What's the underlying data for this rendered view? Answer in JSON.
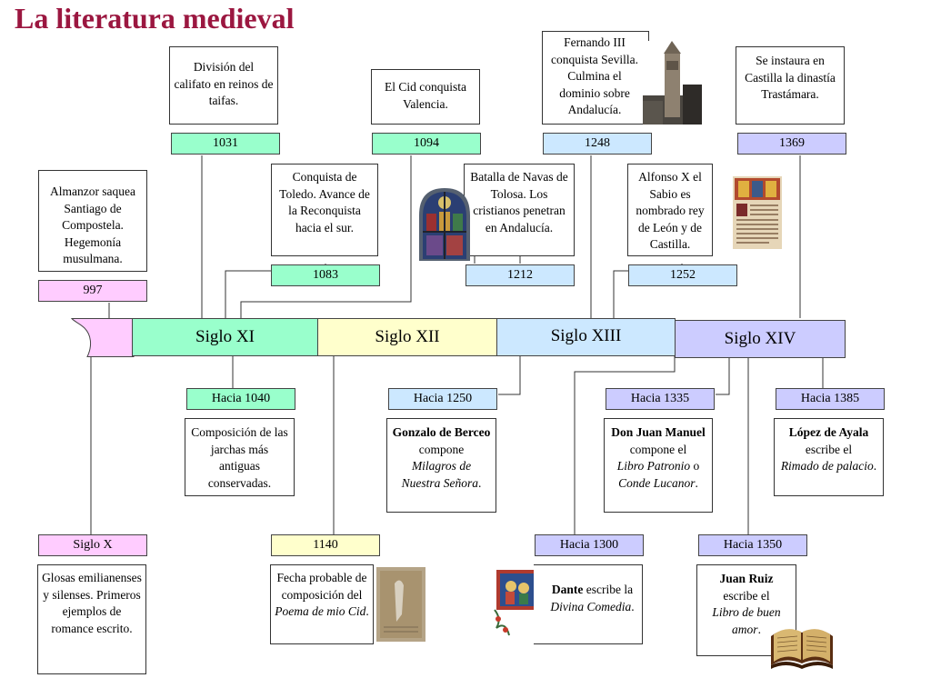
{
  "title": "La literatura medieval",
  "centuries": {
    "s11": "Siglo XI",
    "s12": "Siglo XII",
    "s13": "Siglo XIII",
    "s14": "Siglo XIV"
  },
  "top_events": {
    "e997": {
      "date": "997",
      "text": "Almanzor saquea Santiago de Compostela. Hegemonía musulmana."
    },
    "e1031": {
      "date": "1031",
      "text": "División del califato en reinos de taifas."
    },
    "e1083": {
      "date": "1083",
      "text": "Conquista de Toledo. Avance de la Reconquista hacia el sur."
    },
    "e1094": {
      "date": "1094",
      "text": "El Cid conquista Valencia."
    },
    "e1212": {
      "date": "1212",
      "text": "Batalla de Navas de Tolosa. Los cristianos penetran en Andalucía."
    },
    "e1248": {
      "date": "1248",
      "text": "Fernando III conquista Sevilla. Culmina el dominio sobre Andalucía."
    },
    "e1252": {
      "date": "1252",
      "text": "Alfonso X el Sabio es nombrado rey de León y de Castilla."
    },
    "e1369": {
      "date": "1369",
      "text": "Se instaura en Castilla la dinastía Trastámara."
    }
  },
  "bottom_events": {
    "sigloX": {
      "date": "Siglo X",
      "text": "Glosas emilianenses y silenses. Primeros ejemplos de romance escrito."
    },
    "h1040": {
      "date": "Hacia 1040",
      "text": "Composición de las jarchas más antiguas conservadas."
    },
    "e1140": {
      "date": "1140",
      "t1": "Fecha probable de composición del ",
      "t2": "Poema de mio Cid",
      "t3": "."
    },
    "h1250": {
      "date": "Hacia 1250",
      "author": "Gonzalo de Berceo",
      "verb": "compone",
      "work": "Milagros de Nuestra Señora",
      "end": "."
    },
    "h1300": {
      "date": "Hacia 1300",
      "author": "Dante",
      "verb": " escribe la ",
      "work": "Divina Comedia",
      "end": "."
    },
    "h1335": {
      "date": "Hacia 1335",
      "author": "Don Juan Manuel",
      "verb": "compone el",
      "work1": "Libro Patronio",
      "mid": " o ",
      "work2": "Conde Lucanor",
      "end": "."
    },
    "h1350": {
      "date": "Hacia 1350",
      "author": "Juan Ruiz",
      "verb": "escribe el",
      "work": "Libro de buen amor",
      "end": "."
    },
    "h1385": {
      "date": "Hacia 1385",
      "author": "López de Ayala",
      "verb": "escribe el",
      "work": "Rimado de palacio",
      "end": "."
    }
  },
  "colors": {
    "title": "#9b1740",
    "green": "#99ffcc",
    "blue": "#cce8ff",
    "purple": "#ccccff",
    "pink": "#ffccff",
    "yellow": "#ffffcc"
  }
}
